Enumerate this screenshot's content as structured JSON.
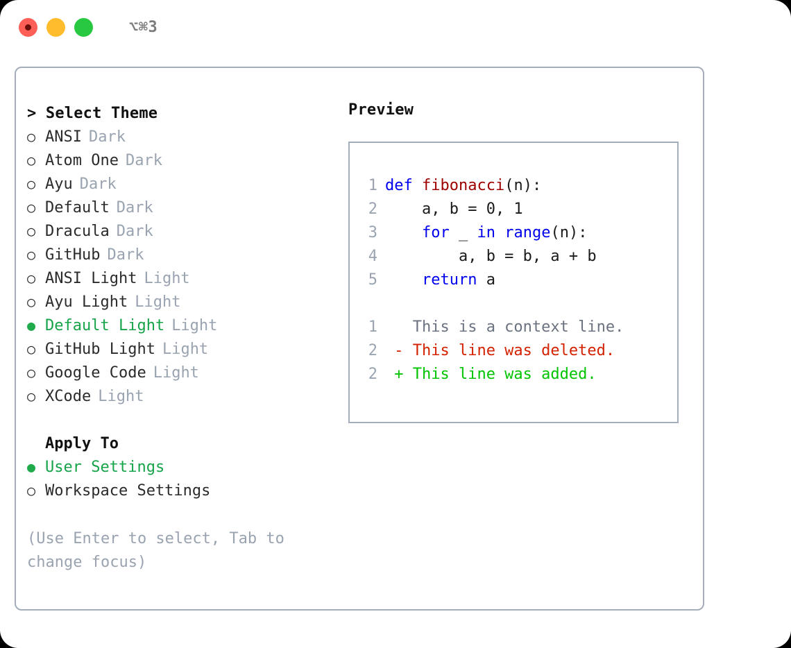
{
  "titlebar": {
    "shortcut": "⌥⌘3",
    "buttons": [
      {
        "name": "close",
        "color": "#ff5f57"
      },
      {
        "name": "minimize",
        "color": "#ffbd2e"
      },
      {
        "name": "maximize",
        "color": "#28c840"
      }
    ]
  },
  "theme_picker": {
    "header": "> Select Theme",
    "marker_selected": "●",
    "marker_unselected": "○",
    "selected_color": "#16a34a",
    "items": [
      {
        "name": "ANSI",
        "kind": "Dark",
        "selected": false
      },
      {
        "name": "Atom One",
        "kind": "Dark",
        "selected": false
      },
      {
        "name": "Ayu",
        "kind": "Dark",
        "selected": false
      },
      {
        "name": "Default",
        "kind": "Dark",
        "selected": false
      },
      {
        "name": "Dracula",
        "kind": "Dark",
        "selected": false
      },
      {
        "name": "GitHub",
        "kind": "Dark",
        "selected": false
      },
      {
        "name": "ANSI Light",
        "kind": "Light",
        "selected": false
      },
      {
        "name": "Ayu Light",
        "kind": "Light",
        "selected": false
      },
      {
        "name": "Default Light",
        "kind": "Light",
        "selected": true
      },
      {
        "name": "GitHub Light",
        "kind": "Light",
        "selected": false
      },
      {
        "name": "Google Code",
        "kind": "Light",
        "selected": false
      },
      {
        "name": "XCode",
        "kind": "Light",
        "selected": false
      }
    ]
  },
  "apply_to": {
    "header": "Apply To",
    "items": [
      {
        "name": "User Settings",
        "selected": true
      },
      {
        "name": "Workspace Settings",
        "selected": false
      }
    ]
  },
  "hint": "(Use Enter to select, Tab to change focus)",
  "preview": {
    "title": "Preview",
    "code_lines": [
      {
        "num": "1",
        "tokens": [
          {
            "t": "def",
            "c": "kw"
          },
          {
            "t": " ",
            "c": "pl"
          },
          {
            "t": "fibonacci",
            "c": "fn"
          },
          {
            "t": "(n):",
            "c": "pl"
          }
        ]
      },
      {
        "num": "2",
        "tokens": [
          {
            "t": "    a, b = 0, 1",
            "c": "pl"
          }
        ]
      },
      {
        "num": "3",
        "tokens": [
          {
            "t": "    ",
            "c": "pl"
          },
          {
            "t": "for",
            "c": "kw"
          },
          {
            "t": " _ ",
            "c": "pl"
          },
          {
            "t": "in",
            "c": "kw"
          },
          {
            "t": " ",
            "c": "pl"
          },
          {
            "t": "range",
            "c": "kw"
          },
          {
            "t": "(n):",
            "c": "pl"
          }
        ]
      },
      {
        "num": "4",
        "tokens": [
          {
            "t": "        a, b = b, a + b",
            "c": "pl"
          }
        ]
      },
      {
        "num": "5",
        "tokens": [
          {
            "t": "    ",
            "c": "pl"
          },
          {
            "t": "return",
            "c": "kw"
          },
          {
            "t": " a",
            "c": "pl"
          }
        ]
      }
    ],
    "diff_lines": [
      {
        "num": "1",
        "sign": " ",
        "text": "This is a context line.",
        "kind": "ctx"
      },
      {
        "num": "2",
        "sign": "-",
        "text": "This line was deleted.",
        "kind": "del"
      },
      {
        "num": "2",
        "sign": "+",
        "text": "This line was added.",
        "kind": "add"
      }
    ],
    "colors": {
      "keyword": "#0000ee",
      "function": "#9e0000",
      "plain": "#1a1a1a",
      "line_number": "#9aa3b0",
      "diff_context": "#6b7280",
      "diff_deleted": "#d42100",
      "diff_added": "#00c400"
    }
  }
}
